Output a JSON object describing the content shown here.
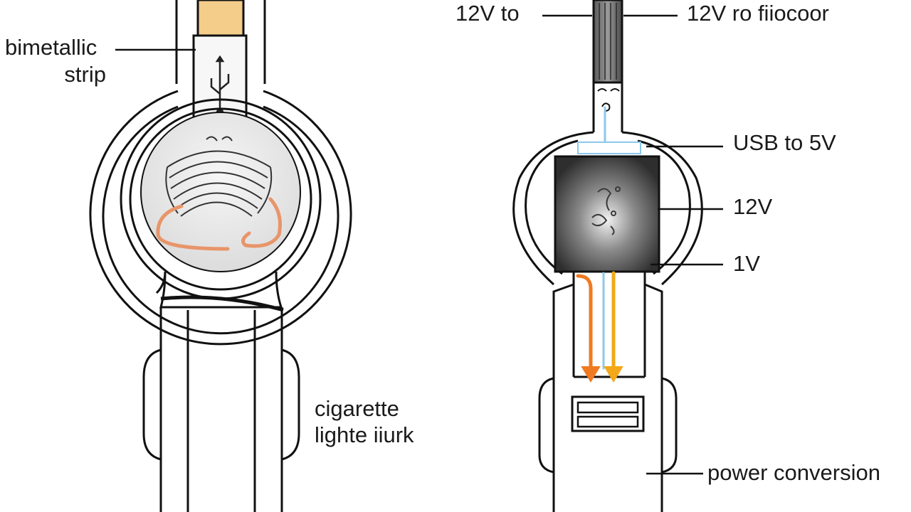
{
  "left_diagram": {
    "labels": {
      "bimetallic_line1": "bimetallic",
      "bimetallic_line2": "strip",
      "cigarette_line1": "cigarette",
      "cigarette_line2": "lighte iiurk"
    }
  },
  "right_diagram": {
    "labels": {
      "top_left": "12V to",
      "top_right": "12V ro fiiocoor",
      "usb": "USB to 5V",
      "v12": "12V",
      "v1": "1V",
      "power": "power conversion"
    }
  },
  "colors": {
    "outline": "#111111",
    "copper": "#e8956a",
    "amber": "#f0c27a",
    "orange_arrow": "#f07a20",
    "yellow_arrow": "#f2a818",
    "blue_wire": "#8cc8ea",
    "dark_module": "#3a3a3a"
  }
}
